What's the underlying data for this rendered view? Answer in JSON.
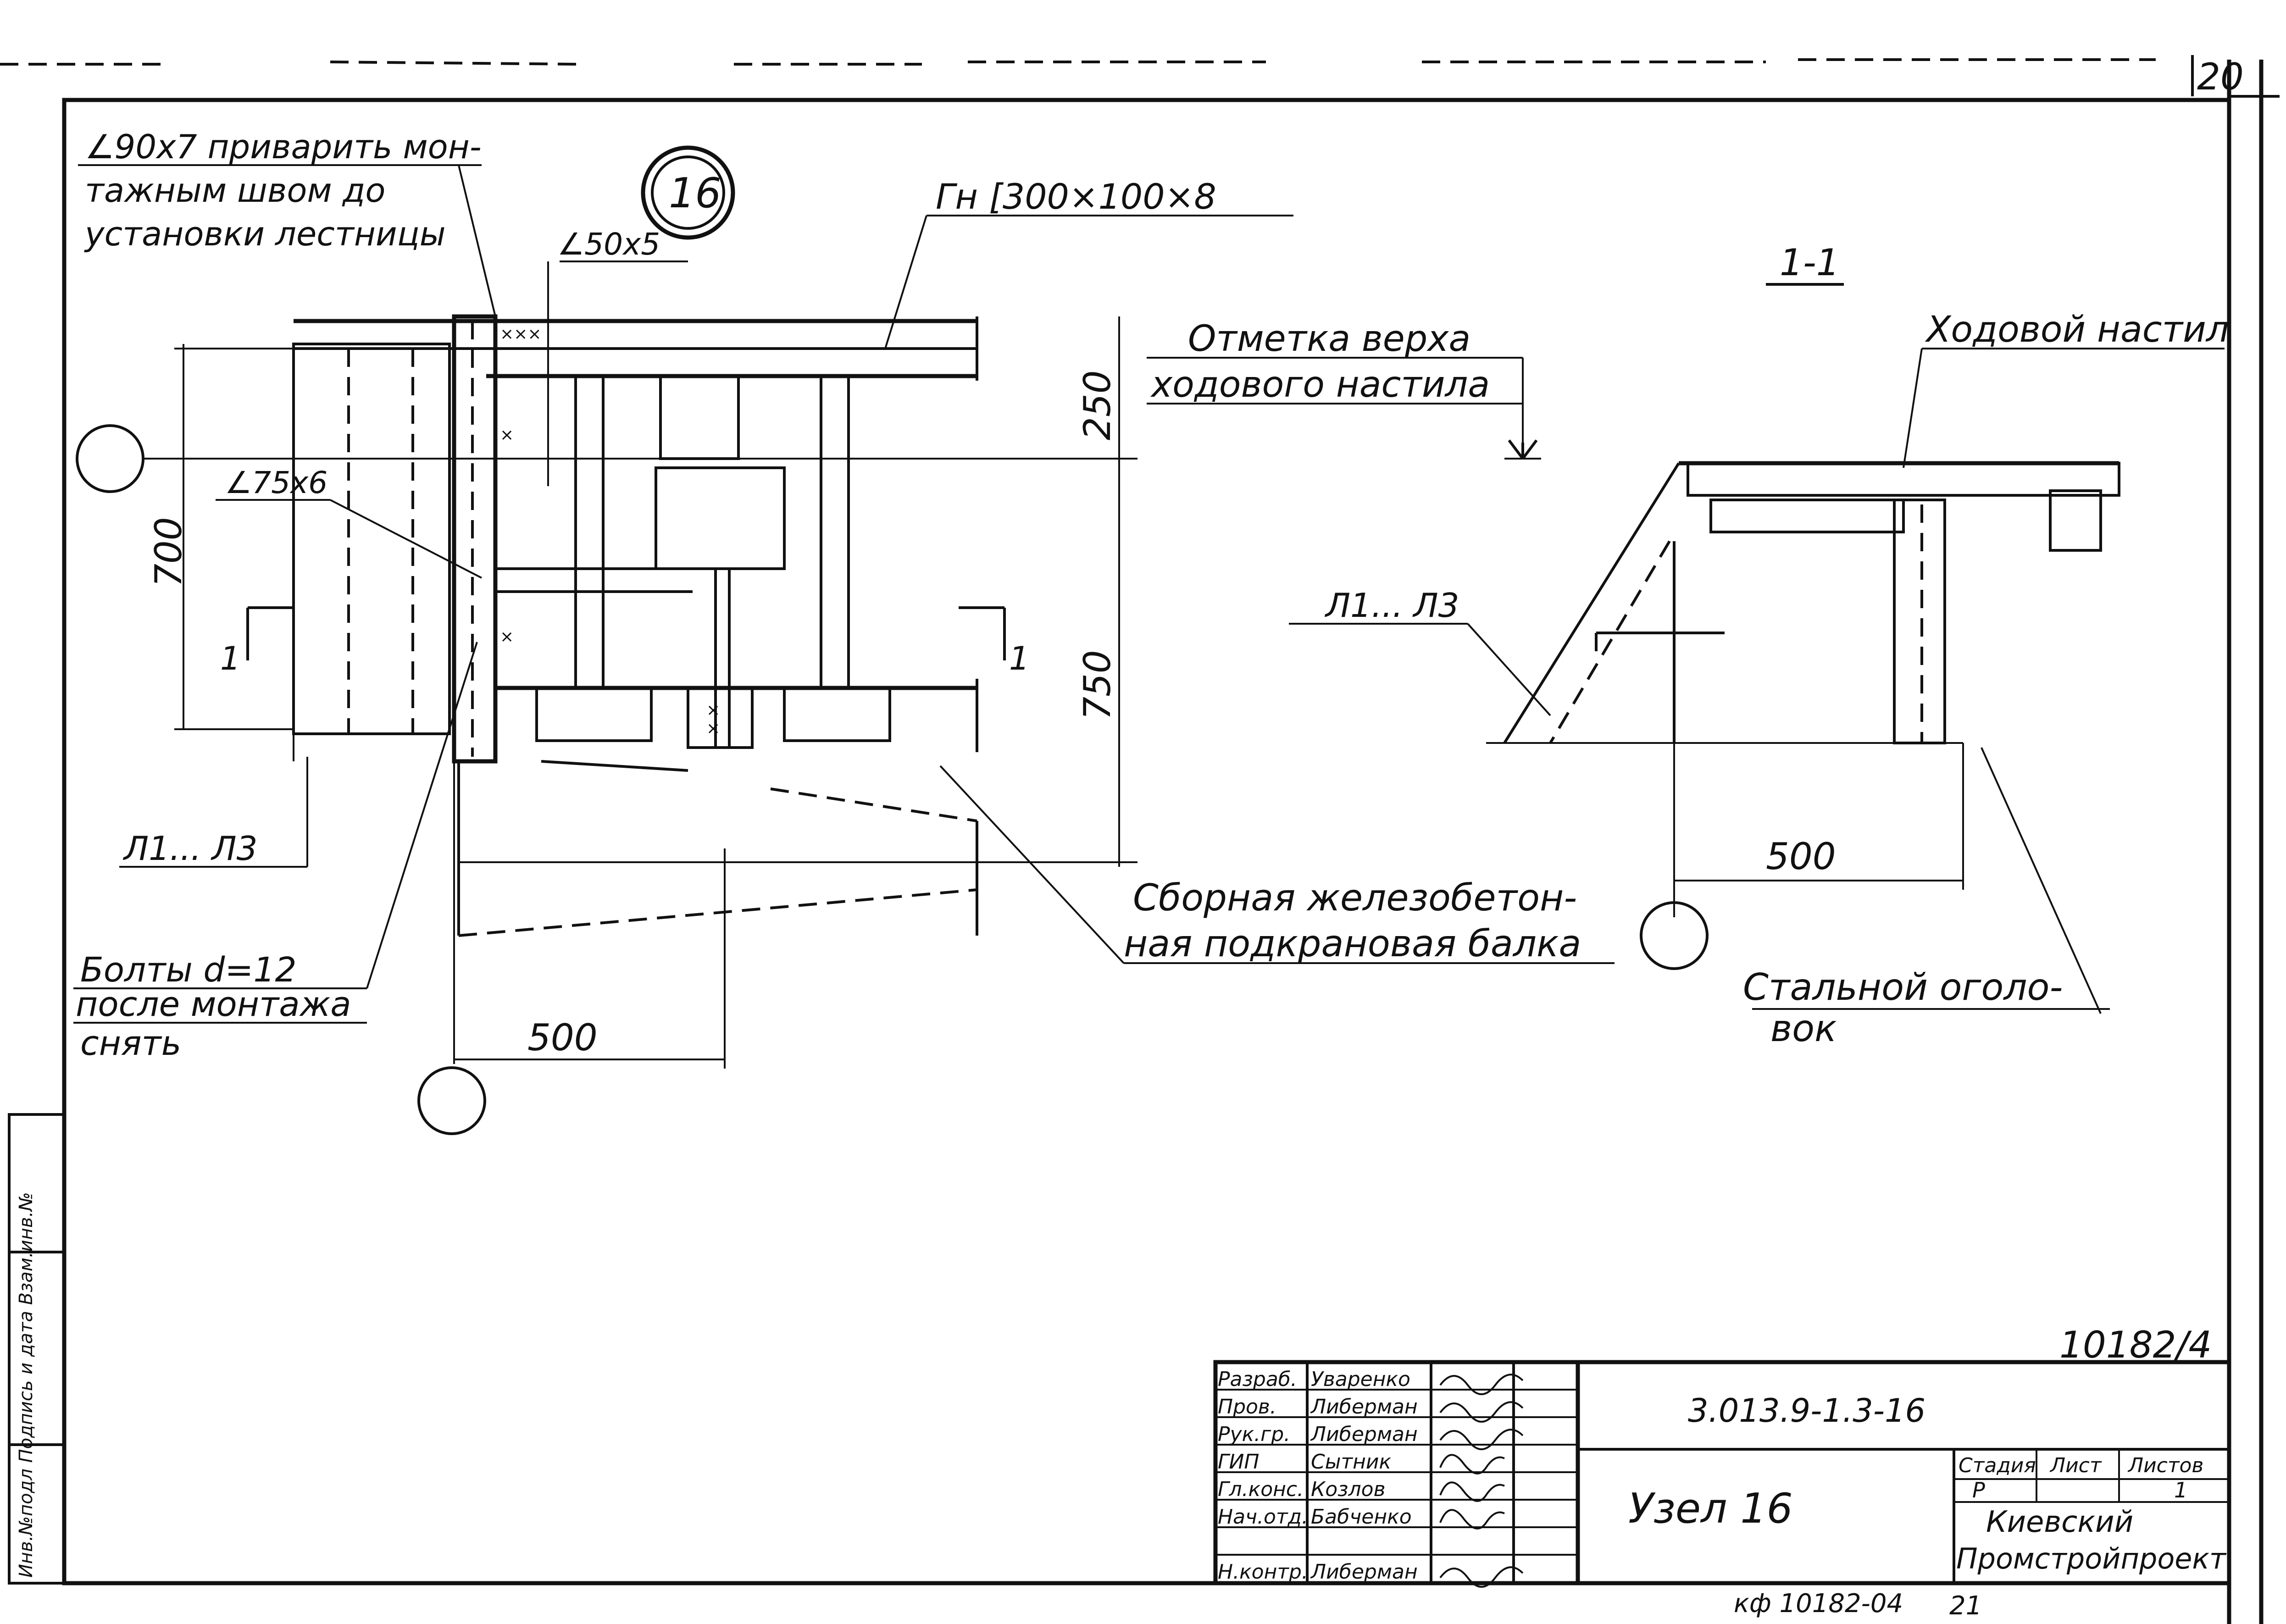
{
  "sheet": {
    "page_number": "20",
    "archive_number": "10182/4",
    "footer_code": "кф 10182-04",
    "footer_page": "21",
    "left_stamp": "Инв.№подл  Подпись и дата  Взам.инв.№"
  },
  "plan": {
    "node_number": "16",
    "label_angle_90": "∠90x7 приварить мон-",
    "label_angle_90_2": "тажным швом до",
    "label_angle_90_3": "установки лестницы",
    "label_angle_50": "∠50x5",
    "label_channel": "Гн  [300×100×8",
    "label_angle_75": "∠75x6",
    "label_ladders": "Л1... Л3",
    "label_bolts_1": "Болты  d=12",
    "label_bolts_2": "после монтажа",
    "label_bolts_3": "снять",
    "label_deck_level_1": "Отметка  верха",
    "label_deck_level_2": "ходового настила",
    "label_beam_1": "Сборная железобетон-",
    "label_beam_2": "ная подкрановая балка",
    "dim_700": "700",
    "dim_250": "250",
    "dim_750": "750",
    "dim_500": "500",
    "section_mark": "1"
  },
  "section": {
    "title": "1-1",
    "label_deck": "Ходовой настил",
    "label_ladders": "Л1... Л3",
    "dim_500": "500",
    "label_head_1": "Стальной оголо-",
    "label_head_2": "вок"
  },
  "title_block": {
    "code": "3.013.9-1.3-16",
    "name": "Узел  16",
    "stage_header": "Стадия",
    "sheet_header": "Лист",
    "sheets_header": "Листов",
    "stage": "Р",
    "sheet": "1",
    "org_1": "Киевский",
    "org_2": "Промстройпроект",
    "roles": [
      "Разраб.",
      "Пров.",
      "Рук.гр.",
      "ГИП",
      "Гл.конс.",
      "Нач.отд.",
      "",
      "Н.контр."
    ],
    "names": [
      "Уваренко",
      "Либерман",
      "Либерман",
      "Сытник",
      "Козлов",
      "Бабченко",
      "",
      "Либерман"
    ]
  }
}
